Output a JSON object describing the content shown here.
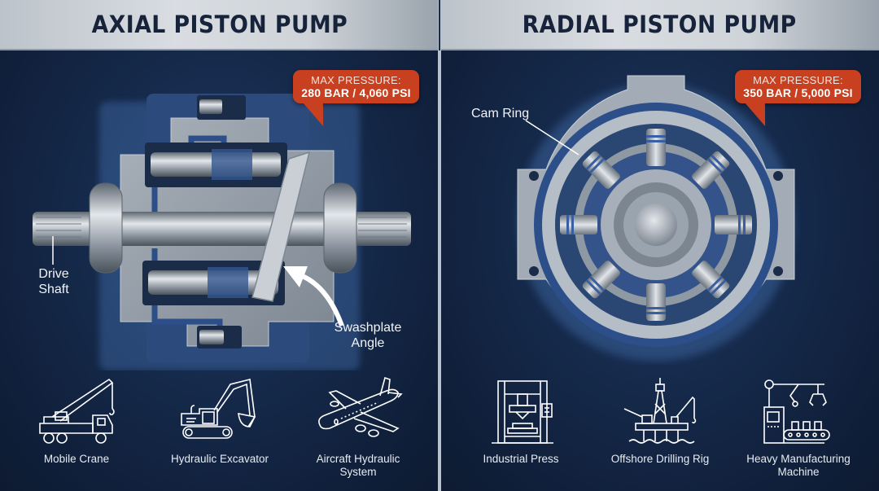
{
  "left": {
    "title": "AXIAL PISTON PUMP",
    "callout": {
      "line1": "MAX PRESSURE:",
      "line2": "280 BAR / 4,060 PSI",
      "color": "#c8401f"
    },
    "labels": {
      "drive_shaft_1": "Drive",
      "drive_shaft_2": "Shaft",
      "swashplate_1": "Swashplate",
      "swashplate_2": "Angle"
    },
    "applications": [
      {
        "icon": "mobile-crane-icon",
        "label": "Mobile Crane"
      },
      {
        "icon": "excavator-icon",
        "label": "Hydraulic Excavator"
      },
      {
        "icon": "aircraft-icon",
        "label_1": "Aircraft Hydraulic",
        "label_2": "System"
      }
    ]
  },
  "right": {
    "title": "RADIAL PISTON PUMP",
    "callout": {
      "line1": "MAX PRESSURE:",
      "line2": "350 BAR / 5,000 PSI",
      "color": "#c8401f"
    },
    "labels": {
      "cam_ring": "Cam Ring"
    },
    "applications": [
      {
        "icon": "industrial-press-icon",
        "label": "Industrial Press"
      },
      {
        "icon": "offshore-rig-icon",
        "label": "Offshore Drilling Rig"
      },
      {
        "icon": "manufacturing-machine-icon",
        "label_1": "Heavy Manufacturing",
        "label_2": "Machine"
      }
    ]
  },
  "colors": {
    "background": "#15294a",
    "header": "#d0d5da",
    "title_text": "#16233a",
    "callout": "#c8401f",
    "metal": "#9aa4ae",
    "fluid": "#2c4f8a"
  }
}
